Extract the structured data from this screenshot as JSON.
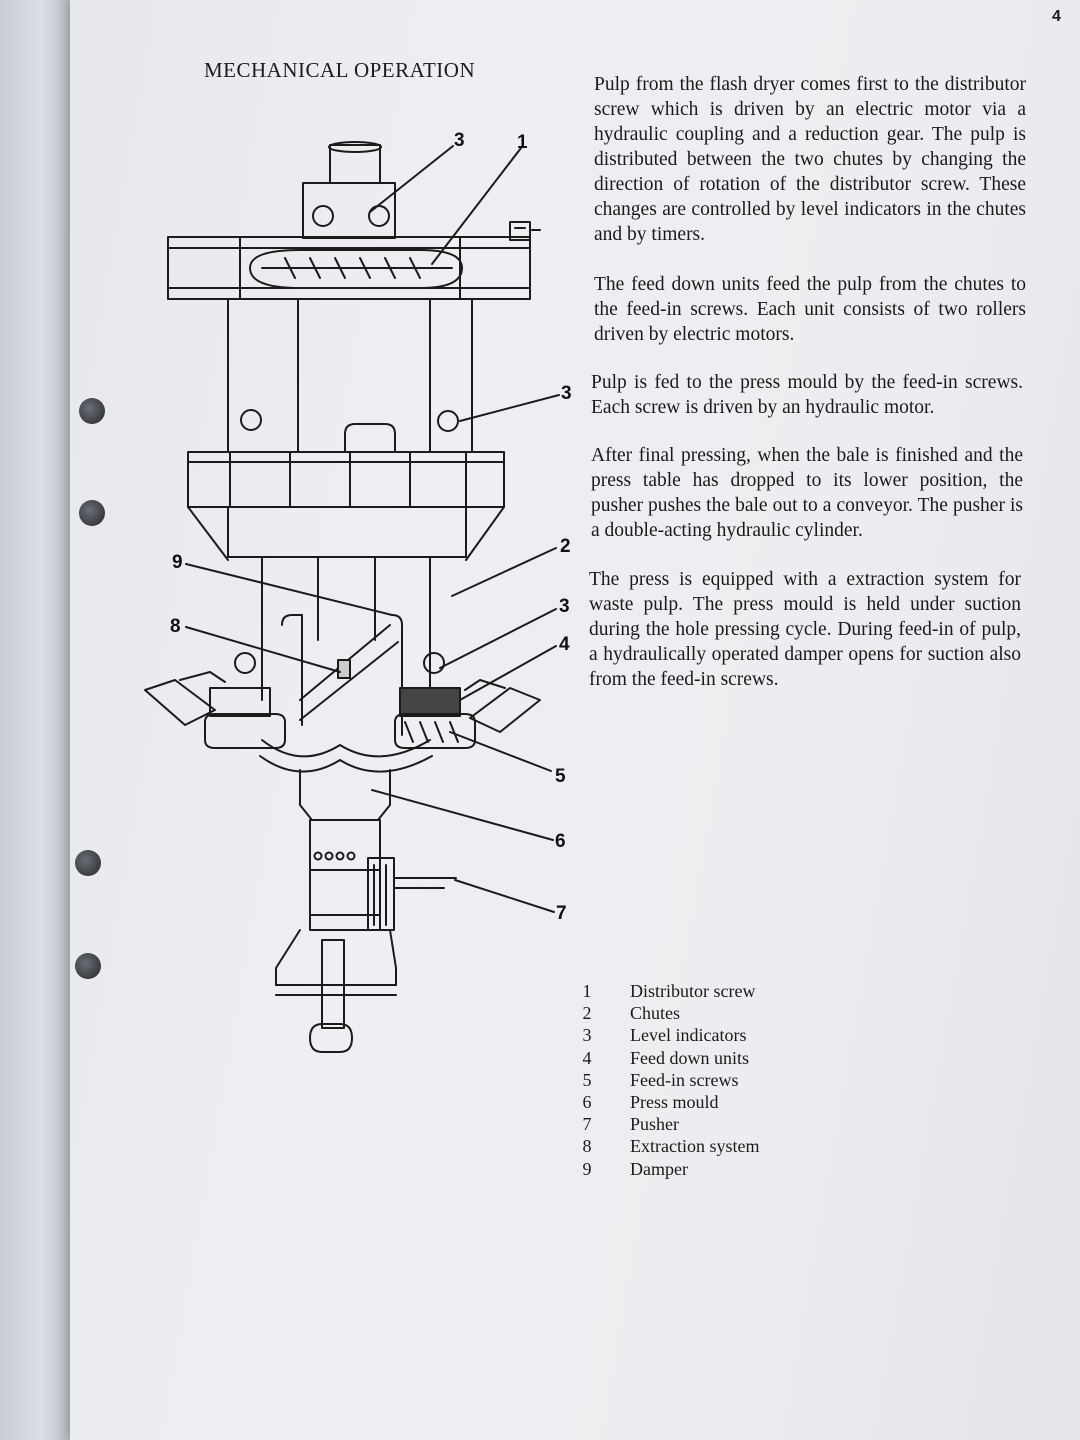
{
  "page": {
    "number": "4"
  },
  "section_title": "MECHANICAL OPERATION",
  "paragraphs": [
    "Pulp from the flash dryer comes first to the distributor screw which is driven by an electric motor via a hydraulic coupling and a reduction gear. The pulp is distributed between the two chutes by changing the direction of rotation of the distributor screw. These changes are controlled by level indicators in the chutes and by timers.",
    "The feed down units feed the pulp from the chutes to the feed-in screws. Each unit consists of two rollers driven by electric motors.",
    "Pulp is fed to the press mould by the feed-in screws. Each screw is driven by an hydraulic motor.",
    "After final pressing, when the bale is finished and the press table has dropped to its lower position, the pusher pushes the bale out to a conveyor. The pusher is a double-acting hydraulic cylinder.",
    "The press is equipped with a extraction system for waste pulp. The press mould is held under suction during the hole pressing cycle. During feed-in of pulp, a hydraulically operated damper opens for suction also from the feed-in screws."
  ],
  "diagram": {
    "callouts": [
      "3",
      "1",
      "3",
      "2",
      "9",
      "8",
      "3",
      "4",
      "5",
      "6",
      "7"
    ]
  },
  "legend": [
    {
      "num": "1",
      "label": "Distributor screw"
    },
    {
      "num": "2",
      "label": "Chutes"
    },
    {
      "num": "3",
      "label": "Level indicators"
    },
    {
      "num": "4",
      "label": "Feed down units"
    },
    {
      "num": "5",
      "label": "Feed-in screws"
    },
    {
      "num": "6",
      "label": "Press mould"
    },
    {
      "num": "7",
      "label": "Pusher"
    },
    {
      "num": "8",
      "label": "Extraction system"
    },
    {
      "num": "9",
      "label": "Damper"
    }
  ]
}
